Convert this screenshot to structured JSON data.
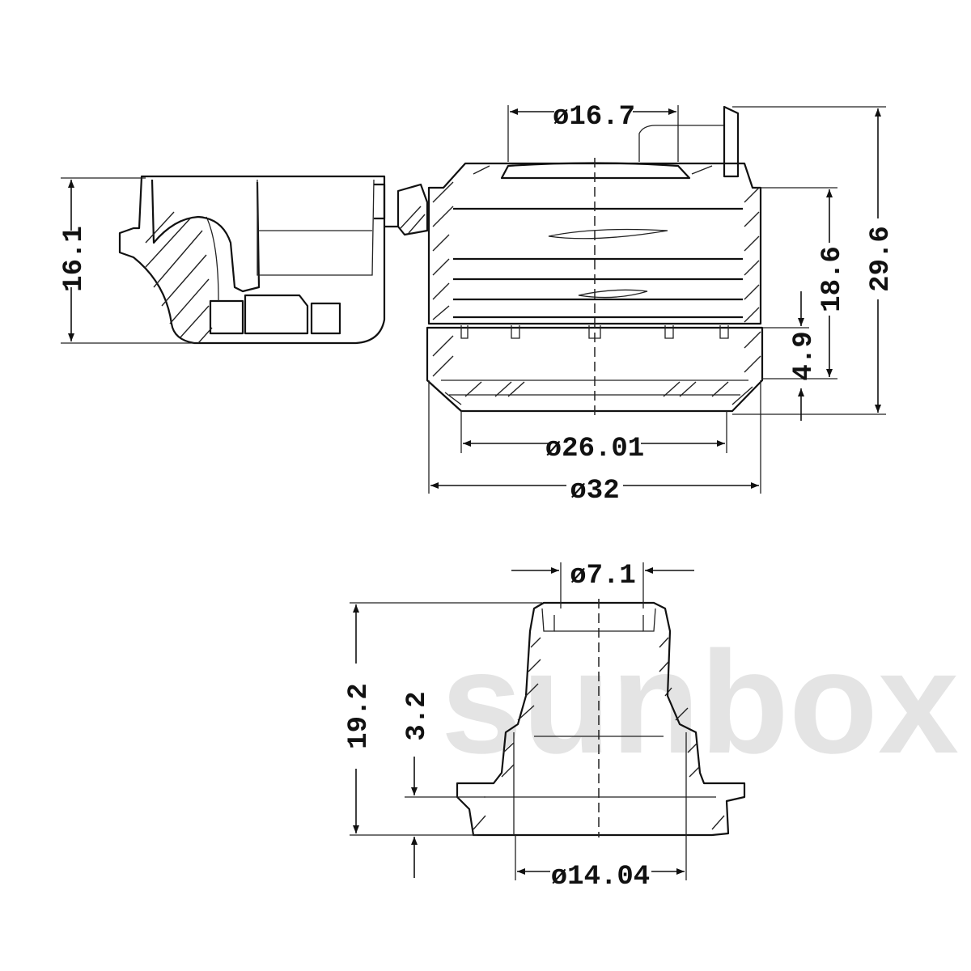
{
  "watermark": "sunbox",
  "colors": {
    "line": "#111111",
    "watermark": "#e4e4e4"
  },
  "views": {
    "hinged_cap_side": {
      "dims": {
        "height": "16.1"
      }
    },
    "closure_section": {
      "dims": {
        "top_diameter": "ø16.7",
        "total_height": "29.6",
        "body_height": "18.6",
        "band_height": "4.9",
        "inner_diameter": "ø26.01",
        "outer_diameter": "ø32"
      }
    },
    "insert_section": {
      "dims": {
        "orifice_diameter": "ø7.1",
        "height": "19.2",
        "flange_height": "3.2",
        "base_diameter": "ø14.04"
      }
    }
  }
}
